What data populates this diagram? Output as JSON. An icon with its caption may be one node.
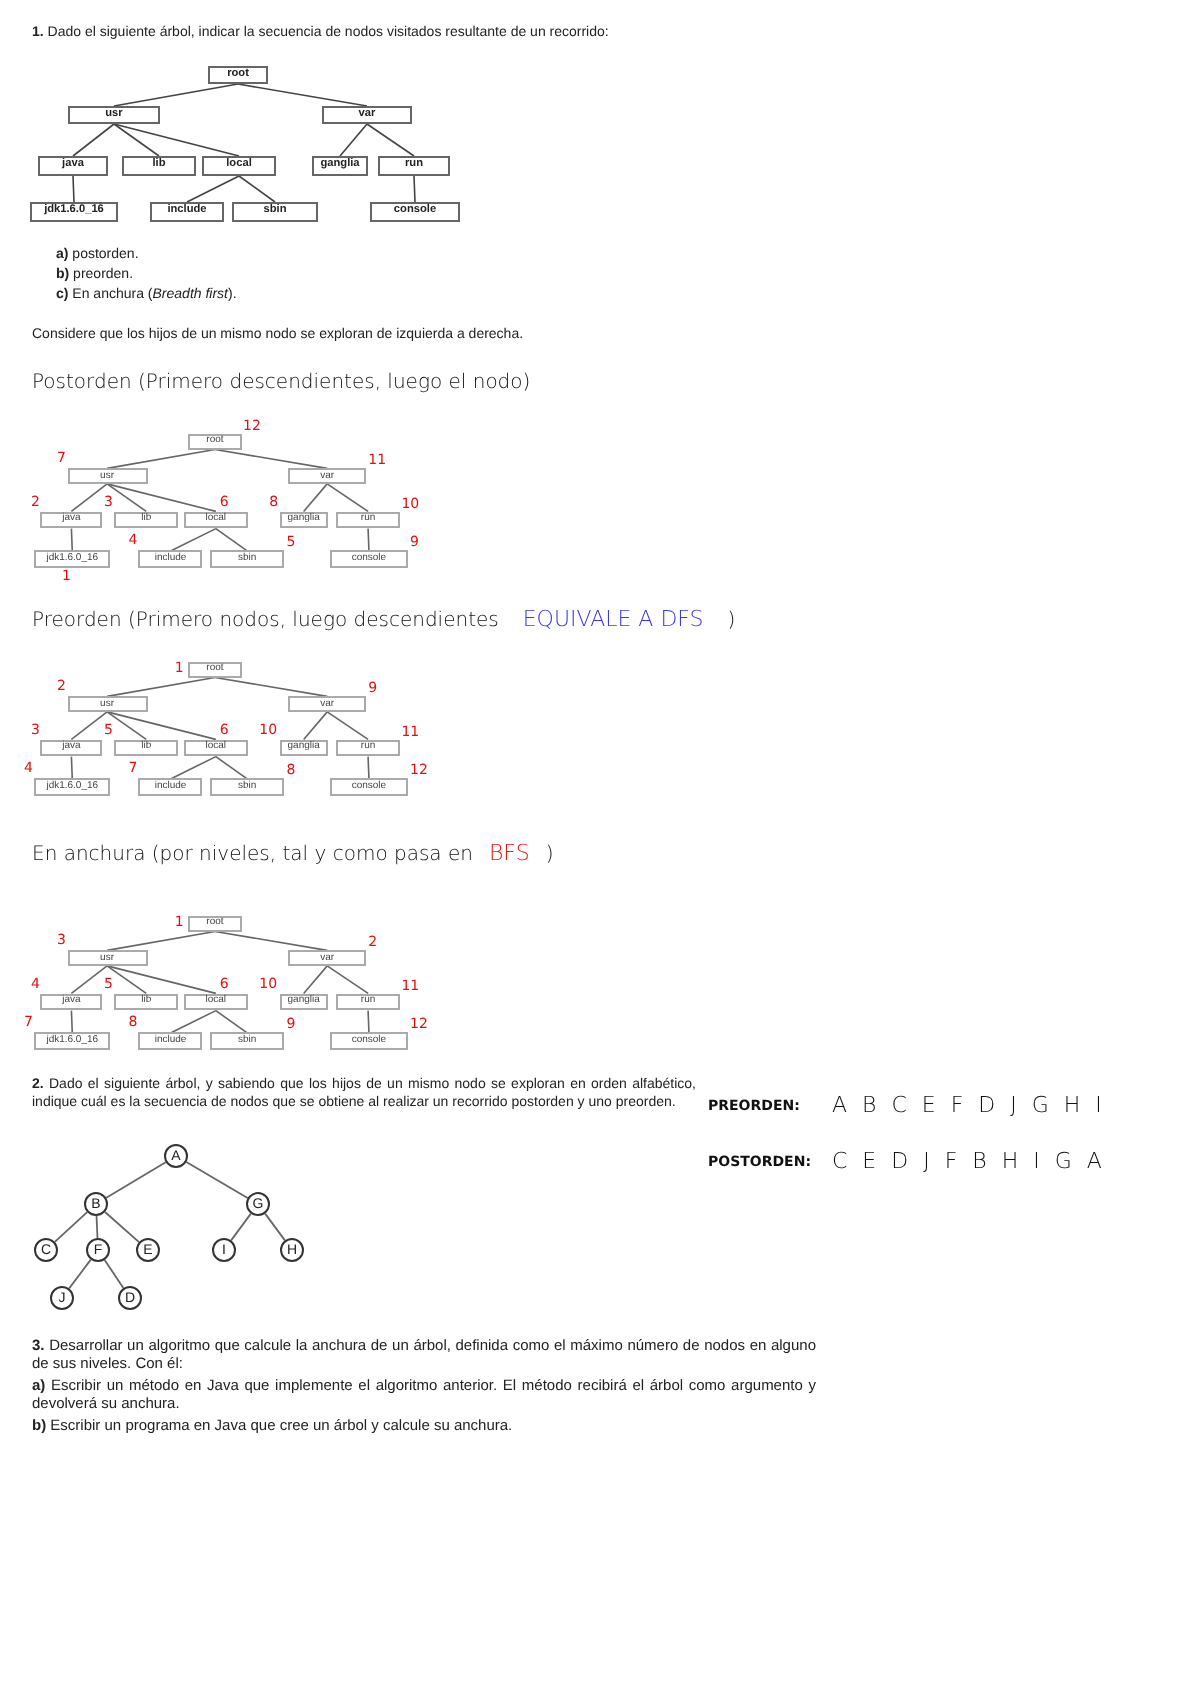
{
  "diagram": {
    "nodes": [
      {
        "text": [
          "root"
        ]
      },
      {
        "text": [
          "usr"
        ]
      },
      {
        "text": [
          "var"
        ]
      },
      {
        "text": [
          "java"
        ]
      },
      {
        "text": [
          "lib"
        ]
      },
      {
        "text": [
          "local"
        ]
      },
      {
        "text": [
          "ganglia"
        ]
      },
      {
        "text": [
          "run"
        ]
      },
      {
        "text": [
          "jdk1.6.0_16"
        ]
      },
      {
        "text": [
          "include"
        ]
      },
      {
        "text": [
          "sbin"
        ]
      },
      {
        "text": [
          "console"
        ]
      },
      {
        "text": [
          "root"
        ],
        "beside": [
          "12"
        ]
      },
      {
        "text": [
          "usr"
        ],
        "beside": [
          "7"
        ]
      },
      {
        "text": [
          "var"
        ],
        "beside": [
          "11"
        ]
      },
      {
        "text": [
          "java"
        ],
        "beside": [
          "2"
        ]
      },
      {
        "text": [
          "lib"
        ],
        "beside": [
          "3"
        ]
      },
      {
        "text": [
          "local"
        ],
        "beside": [
          "6"
        ]
      },
      {
        "text": [
          "ganglia"
        ],
        "beside": [
          "8"
        ]
      },
      {
        "text": [
          "run"
        ],
        "beside": [
          "10"
        ]
      },
      {
        "text": [
          "jdk1.6.0_16"
        ],
        "beside": [
          "1"
        ]
      },
      {
        "text": [
          "include"
        ],
        "beside": [
          "4"
        ]
      },
      {
        "text": [
          "sbin"
        ],
        "beside": [
          "5"
        ]
      },
      {
        "text": [
          "console"
        ],
        "beside": [
          "9"
        ]
      },
      {
        "text": [
          "root"
        ],
        "beside": [
          "1"
        ]
      },
      {
        "text": [
          "usr"
        ],
        "beside": [
          "2"
        ]
      },
      {
        "text": [
          "var"
        ],
        "beside": [
          "9"
        ]
      },
      {
        "text": [
          "java"
        ],
        "beside": [
          "3"
        ]
      },
      {
        "text": [
          "lib"
        ],
        "beside": [
          "5"
        ]
      },
      {
        "text": [
          "local"
        ],
        "beside": [
          "6"
        ]
      },
      {
        "text": [
          "ganglia"
        ],
        "beside": [
          "10"
        ]
      },
      {
        "text": [
          "run"
        ],
        "beside": [
          "11"
        ]
      },
      {
        "text": [
          "jdk1.6.0_16"
        ],
        "beside": [
          "4"
        ]
      },
      {
        "text": [
          "include"
        ],
        "beside": [
          "7"
        ]
      },
      {
        "text": [
          "sbin"
        ],
        "beside": [
          "8"
        ]
      },
      {
        "text": [
          "console"
        ],
        "beside": [
          "12"
        ]
      },
      {
        "text": [
          "root"
        ],
        "beside": [
          "1"
        ]
      },
      {
        "text": [
          "usr"
        ],
        "beside": [
          "3"
        ]
      },
      {
        "text": [
          "var"
        ],
        "beside": [
          "2"
        ]
      },
      {
        "text": [
          "java"
        ],
        "beside": [
          "4"
        ]
      },
      {
        "text": [
          "lib"
        ],
        "beside": [
          "5"
        ]
      },
      {
        "text": [
          "local"
        ],
        "beside": [
          "6"
        ]
      },
      {
        "text": [
          "ganglia"
        ],
        "beside": [
          "10"
        ]
      },
      {
        "text": [
          "run"
        ],
        "beside": [
          "11"
        ]
      },
      {
        "text": [
          "jdk1.6.0_16"
        ],
        "beside": [
          "7"
        ]
      },
      {
        "text": [
          "include"
        ],
        "beside": [
          "8"
        ]
      },
      {
        "text": [
          "sbin"
        ],
        "beside": [
          "9"
        ]
      },
      {
        "text": [
          "console"
        ],
        "beside": [
          "12"
        ]
      },
      {
        "text": [
          "A"
        ]
      },
      {
        "text": [
          "B"
        ]
      },
      {
        "text": [
          "G"
        ]
      },
      {
        "text": [
          "C"
        ]
      },
      {
        "text": [
          "F"
        ]
      },
      {
        "text": [
          "E"
        ]
      },
      {
        "text": [
          "I"
        ]
      },
      {
        "text": [
          "H"
        ]
      },
      {
        "text": [
          "J"
        ]
      },
      {
        "text": [
          "D"
        ]
      }
    ],
    "edges": [
      {
        "from": 0,
        "to": 1,
        "arrow": "none"
      },
      {
        "from": 0,
        "to": 2,
        "arrow": "none"
      },
      {
        "from": 1,
        "to": 3,
        "arrow": "none"
      },
      {
        "from": 1,
        "to": 4,
        "arrow": "none"
      },
      {
        "from": 1,
        "to": 5,
        "arrow": "none"
      },
      {
        "from": 2,
        "to": 6,
        "arrow": "none"
      },
      {
        "from": 2,
        "to": 7,
        "arrow": "none"
      },
      {
        "from": 3,
        "to": 8,
        "arrow": "none"
      },
      {
        "from": 5,
        "to": 9,
        "arrow": "none"
      },
      {
        "from": 5,
        "to": 10,
        "arrow": "none"
      },
      {
        "from": 7,
        "to": 11,
        "arrow": "none"
      },
      {
        "from": 12,
        "to": 13,
        "arrow": "none"
      },
      {
        "from": 12,
        "to": 14,
        "arrow": "none"
      },
      {
        "from": 13,
        "to": 15,
        "arrow": "none"
      },
      {
        "from": 13,
        "to": 16,
        "arrow": "none"
      },
      {
        "from": 13,
        "to": 17,
        "arrow": "none"
      },
      {
        "from": 14,
        "to": 18,
        "arrow": "none"
      },
      {
        "from": 14,
        "to": 19,
        "arrow": "none"
      },
      {
        "from": 15,
        "to": 20,
        "arrow": "none"
      },
      {
        "from": 17,
        "to": 21,
        "arrow": "none"
      },
      {
        "from": 17,
        "to": 22,
        "arrow": "none"
      },
      {
        "from": 19,
        "to": 23,
        "arrow": "none"
      },
      {
        "from": 24,
        "to": 25,
        "arrow": "none"
      },
      {
        "from": 24,
        "to": 26,
        "arrow": "none"
      },
      {
        "from": 25,
        "to": 27,
        "arrow": "none"
      },
      {
        "from": 25,
        "to": 28,
        "arrow": "none"
      },
      {
        "from": 25,
        "to": 29,
        "arrow": "none"
      },
      {
        "from": 26,
        "to": 30,
        "arrow": "none"
      },
      {
        "from": 26,
        "to": 31,
        "arrow": "none"
      },
      {
        "from": 27,
        "to": 32,
        "arrow": "none"
      },
      {
        "from": 29,
        "to": 33,
        "arrow": "none"
      },
      {
        "from": 29,
        "to": 34,
        "arrow": "none"
      },
      {
        "from": 31,
        "to": 35,
        "arrow": "none"
      },
      {
        "from": 36,
        "to": 37,
        "arrow": "none"
      },
      {
        "from": 36,
        "to": 38,
        "arrow": "none"
      },
      {
        "from": 37,
        "to": 39,
        "arrow": "none"
      },
      {
        "from": 37,
        "to": 40,
        "arrow": "none"
      },
      {
        "from": 37,
        "to": 41,
        "arrow": "none"
      },
      {
        "from": 38,
        "to": 42,
        "arrow": "none"
      },
      {
        "from": 38,
        "to": 43,
        "arrow": "none"
      },
      {
        "from": 39,
        "to": 44,
        "arrow": "none"
      },
      {
        "from": 41,
        "to": 45,
        "arrow": "none"
      },
      {
        "from": 41,
        "to": 46,
        "arrow": "none"
      },
      {
        "from": 43,
        "to": 47,
        "arrow": "none"
      },
      {
        "from": 48,
        "to": 49,
        "arrow": "none"
      },
      {
        "from": 48,
        "to": 50,
        "arrow": "none"
      },
      {
        "from": 49,
        "to": 51,
        "arrow": "none"
      },
      {
        "from": 49,
        "to": 52,
        "arrow": "none"
      },
      {
        "from": 49,
        "to": 53,
        "arrow": "none"
      },
      {
        "from": 50,
        "to": 54,
        "arrow": "none"
      },
      {
        "from": 50,
        "to": 55,
        "arrow": "none"
      },
      {
        "from": 52,
        "to": 56,
        "arrow": "none"
      },
      {
        "from": 52,
        "to": 57,
        "arrow": "none"
      }
    ],
    "labels": [
      "**1.** Dado el siguiente árbol, indicar la secuencia de nodos visitados resultante de un recorrido:",
      "**a)** postorden.",
      "**b)** preorden.",
      "**c)** En anchura (*Breadth first*).",
      "Considere que los hijos de un mismo nodo se exploran de izquierda a derecha.",
      "Postorden (Primero descendientes, luego el nodo)",
      "Preorden (Primero nodos, luego descendientes",
      "EQUIVALE A DFS",
      ")",
      "En anchura (por niveles, tal y como pasa en",
      "BFS",
      ")",
      "**2.** Dado el siguiente árbol, y sabiendo que los hijos de un mismo nodo se exploran en orden alfabético, indique cuál es la secuencia de nodos que se obtiene al realizar un recorrido postorden y uno preorden.",
      "PREORDEN:",
      "A B C E F D J G H I",
      "POSTORDEN:",
      "C E D J F B H I G A",
      "**3.** Desarrollar un algoritmo que calcule la anchura de un árbol, definida como el máximo número de nodos en alguno de sus niveles. Con él:",
      "**a)** Escribir un método en Java que implemente el algoritmo anterior. El método recibirá el árbol como argumento y devolverá su anchura.",
      "**b)** Escribir un programa en Java que cree un árbol y calcule su anchura."
    ]
  }
}
